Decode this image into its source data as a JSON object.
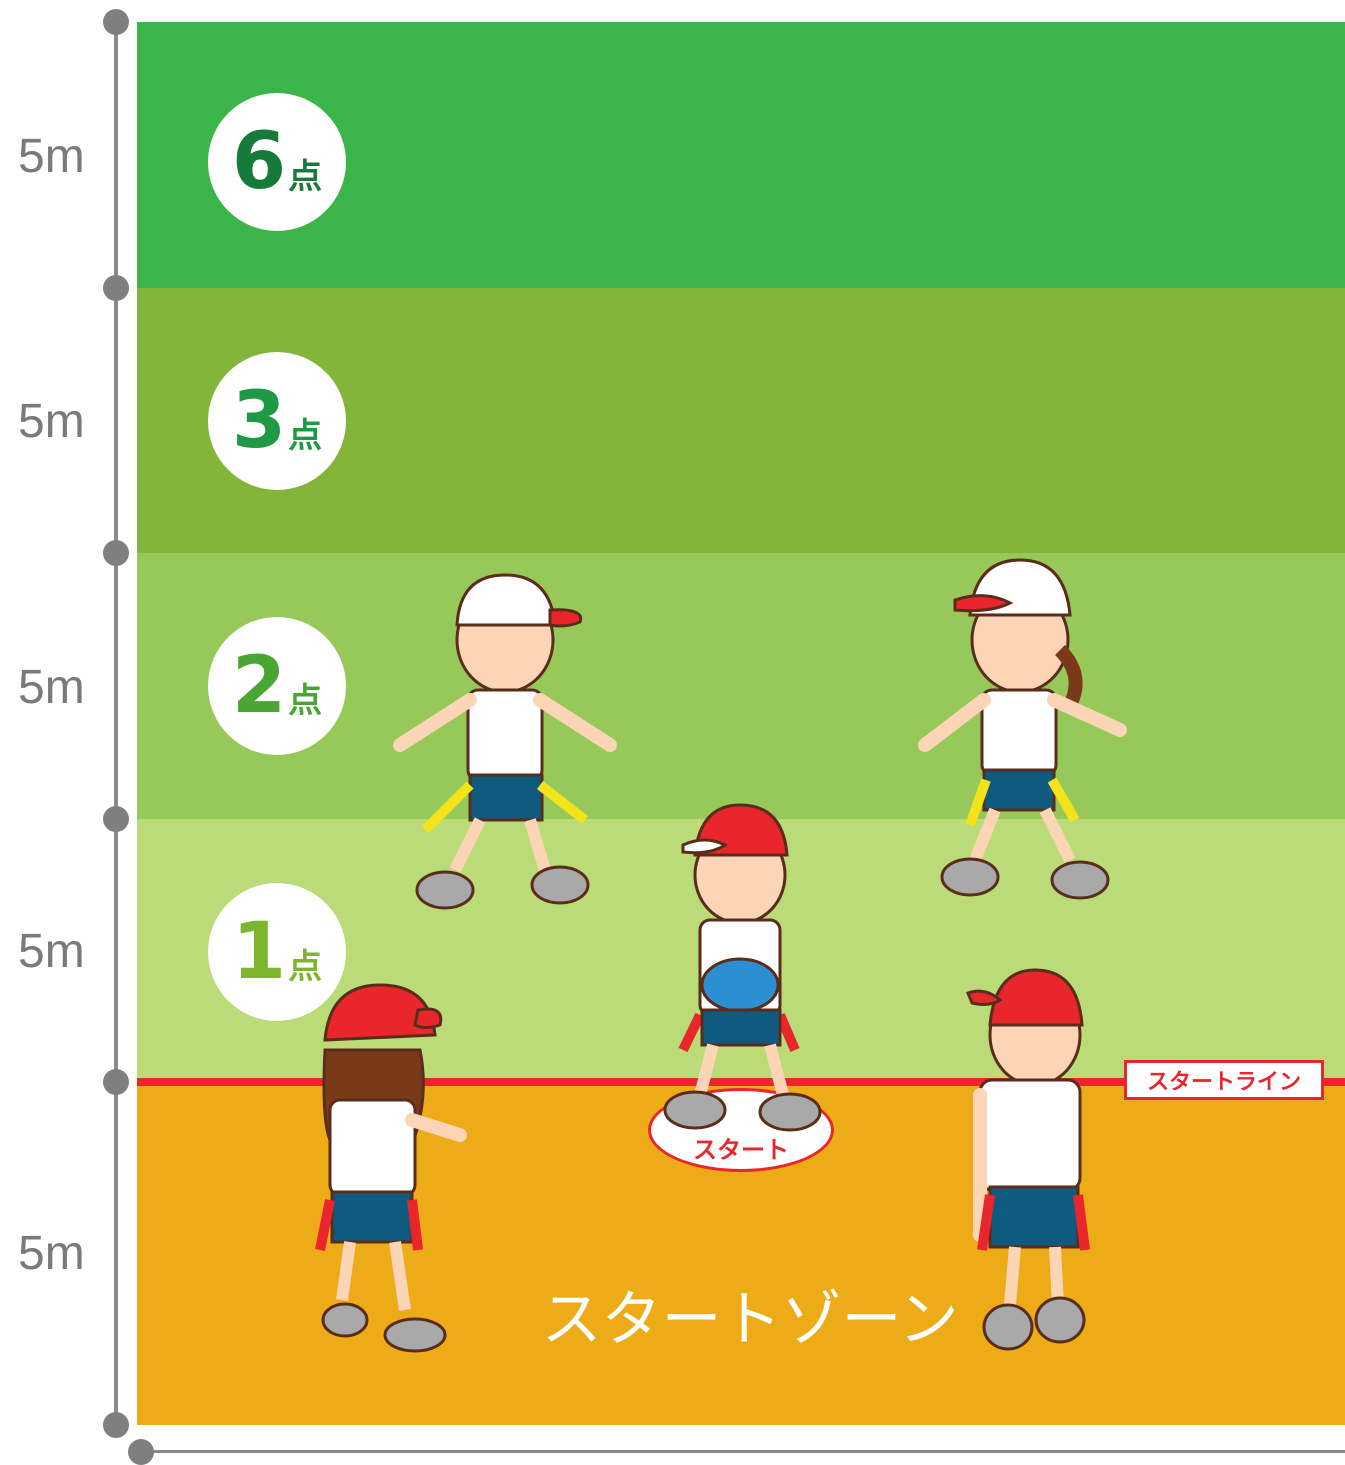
{
  "zones": [
    {
      "points": "6",
      "unit": "点",
      "color": "#3bb44a"
    },
    {
      "points": "3",
      "unit": "点",
      "color": "#83b53a"
    },
    {
      "points": "2",
      "unit": "点",
      "color": "#97c95a"
    },
    {
      "points": "1",
      "unit": "点",
      "color": "#badb78"
    }
  ],
  "start_zone": {
    "label": "スタートゾーン",
    "color": "#eeab18"
  },
  "distance_labels": [
    "5m",
    "5m",
    "5m",
    "5m",
    "5m"
  ],
  "start_line": {
    "label": "スタートライン",
    "color": "#e8262b"
  },
  "start_marker": {
    "label": "スタート"
  }
}
